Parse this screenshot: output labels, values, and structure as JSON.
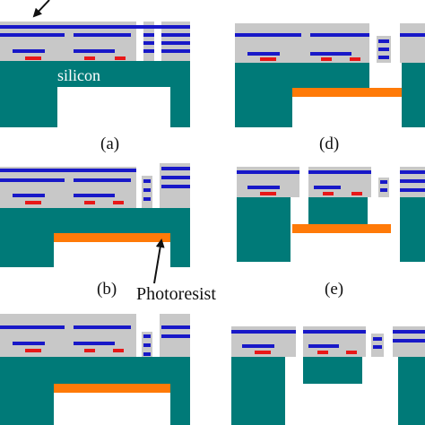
{
  "labels": {
    "silicon": "silicon",
    "photoresist": "Photoresist",
    "panel_a": "(a)",
    "panel_b": "(b)",
    "panel_d": "(d)",
    "panel_e": "(e)"
  },
  "colors": {
    "background": "#ffffff",
    "oxide": "#c8c8c8",
    "metal": "#1818c8",
    "poly": "#e81818",
    "silicon": "#007a78",
    "photoresist": "#ff7a08",
    "arrow": "#111111"
  }
}
